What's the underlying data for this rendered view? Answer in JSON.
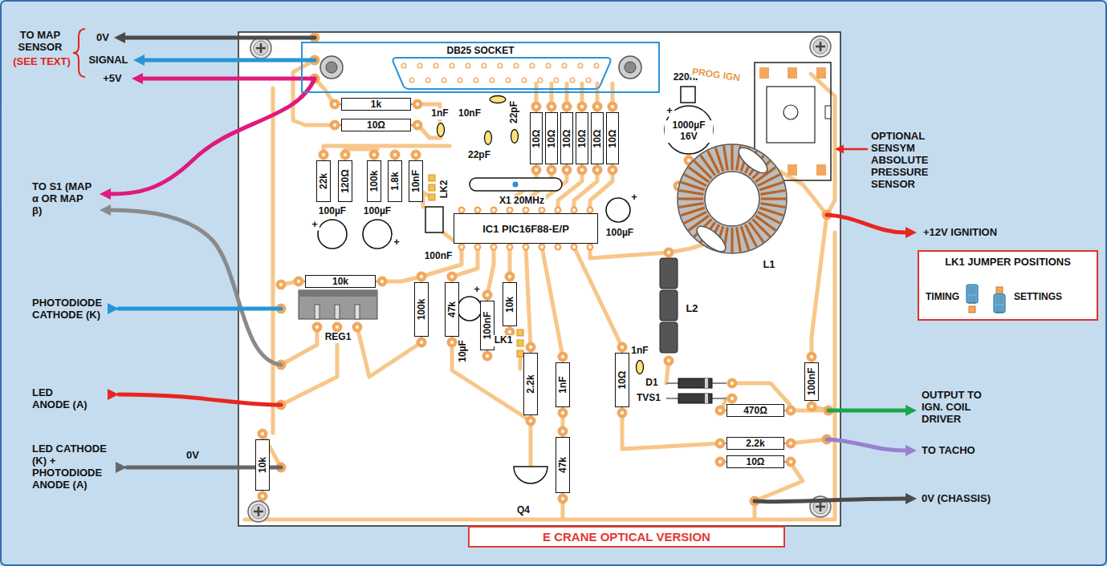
{
  "diagram": {
    "caption": "E CRANE OPTICAL VERSION",
    "nodes": [
      {
        "text": [
          "DB25 SOCKET"
        ]
      },
      {
        "text": [
          "1k"
        ]
      },
      {
        "text": [
          "10Ω"
        ]
      },
      {
        "text": [
          "10Ω"
        ]
      },
      {
        "text": [
          "10Ω"
        ]
      },
      {
        "text": [
          "10Ω"
        ]
      },
      {
        "text": [
          "10Ω"
        ]
      },
      {
        "text": [
          "10Ω"
        ]
      },
      {
        "text": [
          "10Ω"
        ]
      },
      {
        "text": [
          "22k"
        ]
      },
      {
        "text": [
          "120Ω"
        ]
      },
      {
        "text": [
          "100k"
        ]
      },
      {
        "text": [
          "1.8k"
        ]
      },
      {
        "text": [
          "10nF"
        ]
      },
      {
        "text": [
          "IC1 PIC16F88-E/P"
        ]
      },
      {
        "text": [
          "10k"
        ]
      },
      {
        "text": [
          "100k"
        ]
      },
      {
        "text": [
          "47k"
        ]
      },
      {
        "text": [
          "100nF"
        ]
      },
      {
        "text": [
          "10k"
        ]
      },
      {
        "text": [
          "2.2k"
        ]
      },
      {
        "text": [
          "1nF"
        ]
      },
      {
        "text": [
          "10Ω"
        ]
      },
      {
        "text": [
          "100nF"
        ]
      },
      {
        "text": [
          "470Ω"
        ]
      },
      {
        "text": [
          "2.2k"
        ]
      },
      {
        "text": [
          "10Ω"
        ]
      },
      {
        "text": [
          "47k"
        ]
      },
      {
        "text": [
          "10k"
        ]
      },
      {
        "text": [
          "LK1 JUMPER POSITIONS",
          "TIMING",
          "SETTINGS"
        ]
      }
    ],
    "labels": [
      "TO MAP SENSOR",
      "(SEE TEXT)",
      "0V",
      "SIGNAL",
      "+5V",
      "TO S1 (MAP α OR MAP β)",
      "PHOTODIODE CATHODE (K)",
      "LED ANODE (A)",
      "LED CATHODE (K) + PHOTODIODE ANODE (A)",
      "0V",
      "OPTIONAL SENSYM ABSOLUTE PRESSURE SENSOR",
      "+12V IGNITION",
      "OUTPUT TO IGN. COIL DRIVER",
      "TO TACHO",
      "0V (CHASSIS)",
      "220nF",
      "1nF",
      "10nF",
      "22pF",
      "22pF",
      "LK2",
      "X1 20MHz",
      "PROG IGN",
      "1000µF 16V",
      "L1",
      "L2",
      "D1",
      "TVS1",
      "100µF",
      "100µF",
      "100µF",
      "100nF",
      "REG1",
      "10µF",
      "LK1",
      "Q4",
      "1nF",
      "+",
      "+",
      "+",
      "+",
      "+"
    ]
  }
}
